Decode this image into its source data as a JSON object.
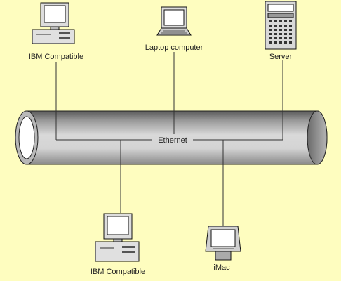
{
  "diagram": {
    "background": "#fefdbf",
    "bus": {
      "label": "Ethernet"
    },
    "devices": [
      {
        "id": "pc-top",
        "label": "IBM Compatible",
        "icon": "desktop-pc-icon"
      },
      {
        "id": "laptop",
        "label": "Laptop computer",
        "icon": "laptop-icon"
      },
      {
        "id": "server",
        "label": "Server",
        "icon": "server-icon"
      },
      {
        "id": "pc-bottom",
        "label": "IBM Compatible",
        "icon": "desktop-pc-icon"
      },
      {
        "id": "imac",
        "label": "iMac",
        "icon": "imac-icon"
      }
    ]
  }
}
